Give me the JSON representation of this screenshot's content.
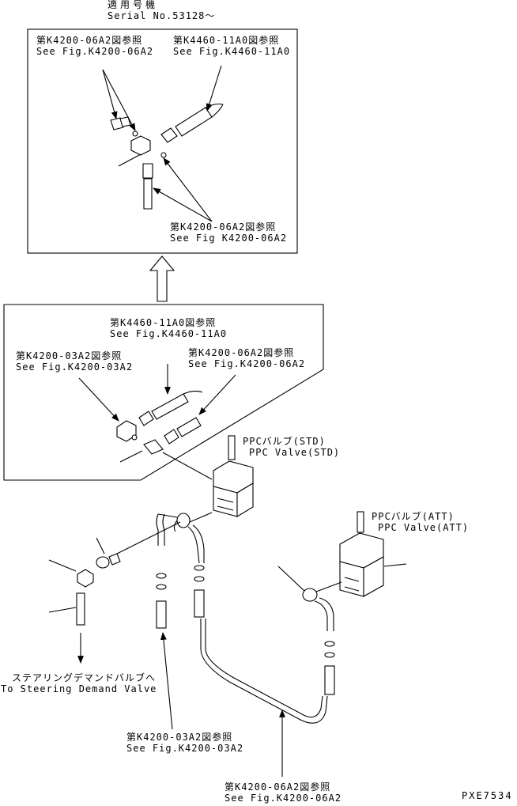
{
  "applicable": {
    "title": "適用号機",
    "serial": "Serial No.53128～"
  },
  "upper_box": {
    "ref_a": {
      "jp": "第K4200-06A2図参照",
      "en": "See Fig.K4200-06A2"
    },
    "ref_b": {
      "jp": "第K4460-11A0図参照",
      "en": "See Fig.K4460-11A0"
    },
    "ref_c": {
      "jp": "第K4200-06A2図参照",
      "en": "See Fig K4200-06A2"
    }
  },
  "lower_box": {
    "ref_a": {
      "jp": "第K4460-11A0図参照",
      "en": "See Fig.K4460-11A0"
    },
    "ref_b": {
      "jp": "第K4200-03A2図参照",
      "en": "See Fig.K4200-03A2"
    },
    "ref_c": {
      "jp": "第K4200-06A2図参照",
      "en": "See Fig.K4200-06A2"
    }
  },
  "ppc_std": {
    "jp": "PPCバルブ(STD)",
    "en": "PPC Valve(STD)"
  },
  "ppc_att": {
    "jp": "PPCバルブ(ATT)",
    "en": "PPC Valve(ATT)"
  },
  "steering": {
    "jp": "ステアリングデマンドバルブへ",
    "en": "To Steering Demand Valve"
  },
  "bottom_ref_1": {
    "jp": "第K4200-03A2図参照",
    "en": "See Fig.K4200-03A2"
  },
  "bottom_ref_2": {
    "jp": "第K4200-06A2図参照",
    "en": "See Fig.K4200-06A2"
  },
  "drawing_code": "PXE7534"
}
